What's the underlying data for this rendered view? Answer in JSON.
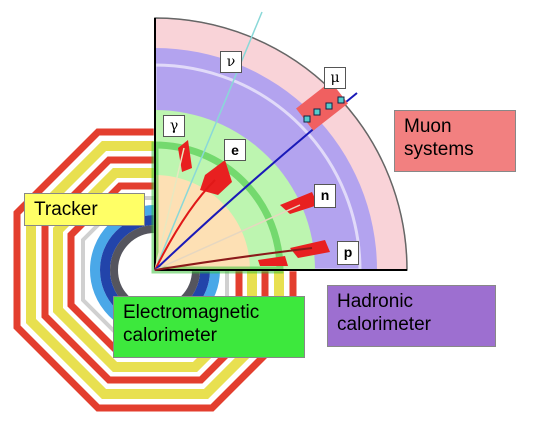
{
  "labels": {
    "tracker": "Tracker",
    "em_calorimeter": "Electromagnetic calorimeter",
    "hadronic_calorimeter": "Hadronic calorimeter",
    "muon_systems": "Muon systems"
  },
  "particles": {
    "neutrino": "ν",
    "photon": "γ",
    "electron": "e",
    "muon": "μ",
    "neutron": "n",
    "proton": "p"
  },
  "colors": {
    "muon_zone": "#f9d3d8",
    "hadronic": "#b3a3ef",
    "em_cal": "#bdf5b0",
    "tracker_zone": "#fde0b4",
    "muon_box": "#f28080",
    "hadronic_box": "#9d6fd0",
    "em_box": "#3de83d",
    "tracker_box": "#ffff66",
    "track_red": "#e01818",
    "track_blue": "#1a1ab8"
  }
}
